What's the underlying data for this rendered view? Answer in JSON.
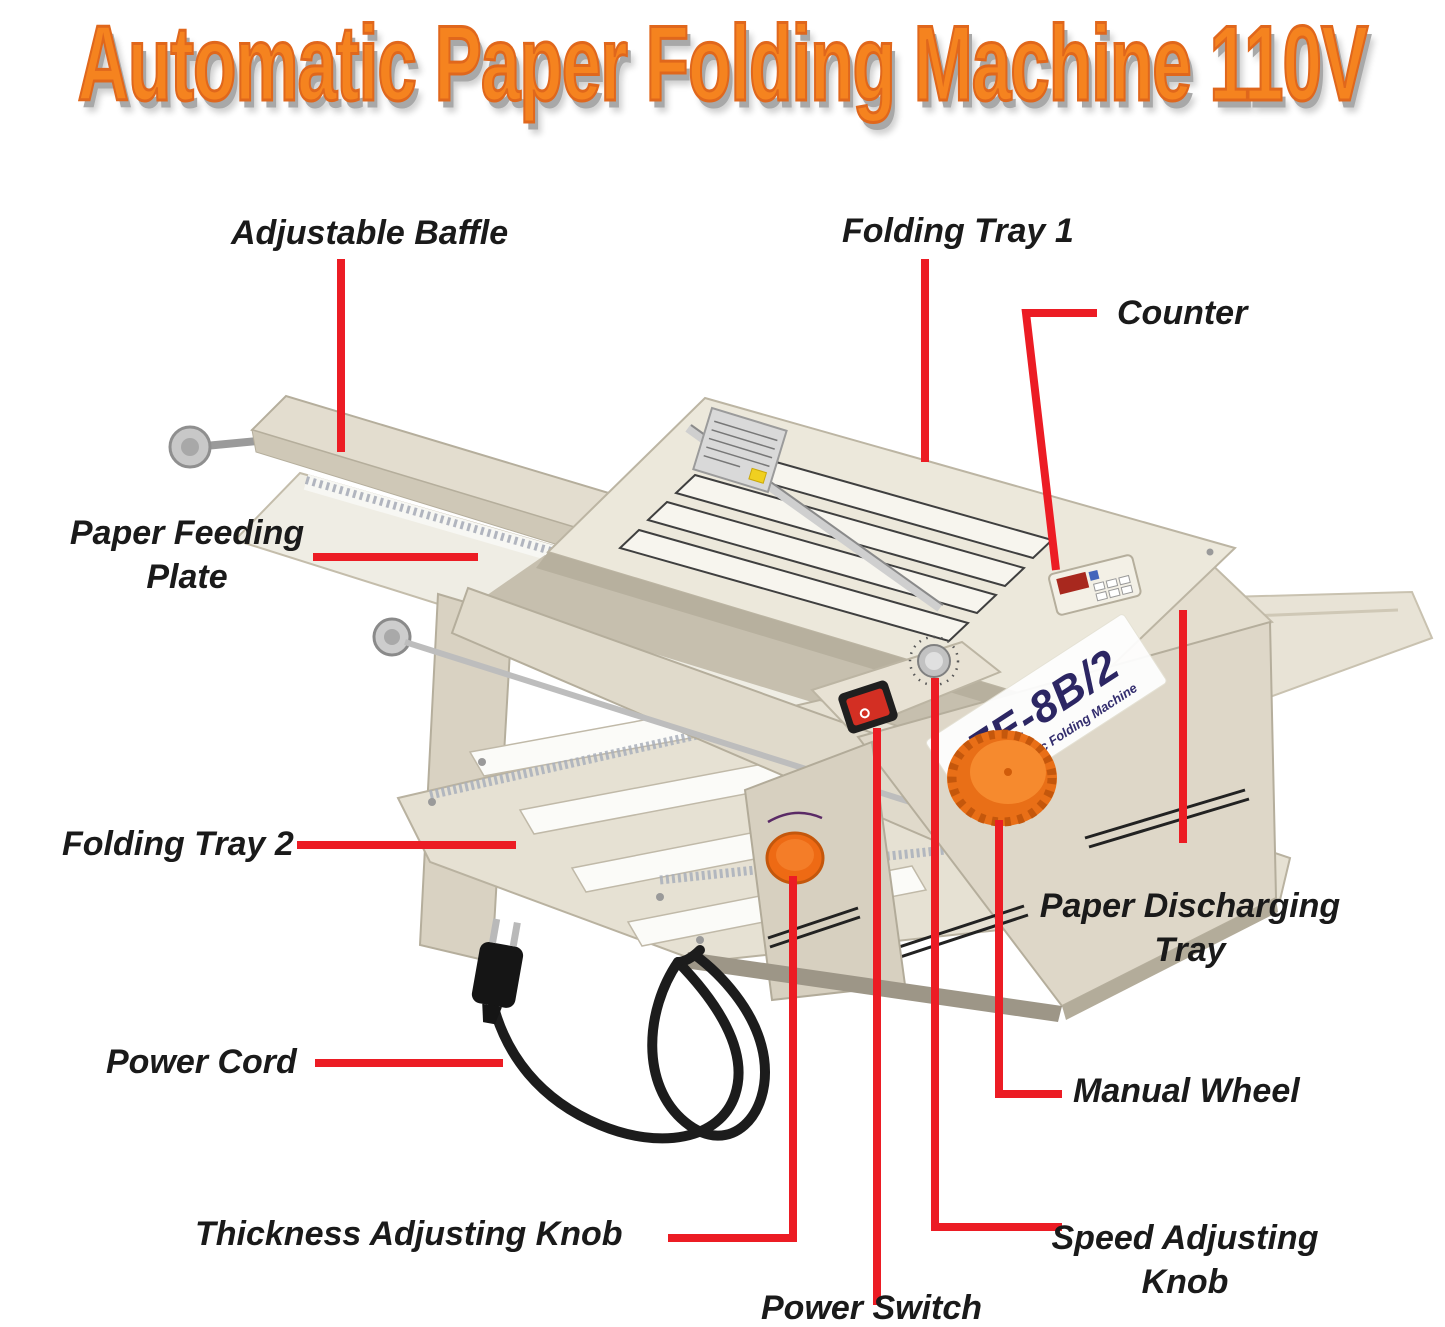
{
  "title": "Automatic Paper Folding Machine 110V",
  "machine": {
    "model": "ZE-8B/2",
    "model_subtitle": "Automatic Folding Machine"
  },
  "labels": {
    "adjustable_baffle": "Adjustable Baffle",
    "folding_tray_1": "Folding Tray 1",
    "counter": "Counter",
    "paper_feeding_plate": "Paper Feeding\nPlate",
    "folding_tray_2": "Folding Tray 2",
    "paper_discharging_tray": "Paper Discharging\nTray",
    "power_cord": "Power Cord",
    "manual_wheel": "Manual Wheel",
    "thickness_adjusting_knob": "Thickness Adjusting Knob",
    "power_switch": "Power Switch",
    "speed_adjusting_knob": "Speed Adjusting\nKnob"
  },
  "colors": {
    "callout_line": "#ec1c24",
    "label_text": "#1a1a1a",
    "title_fill": "#f5831f",
    "machine_body": "#ddd6c7",
    "accent_orange": "#f47a20",
    "model_text": "#2c2663"
  }
}
